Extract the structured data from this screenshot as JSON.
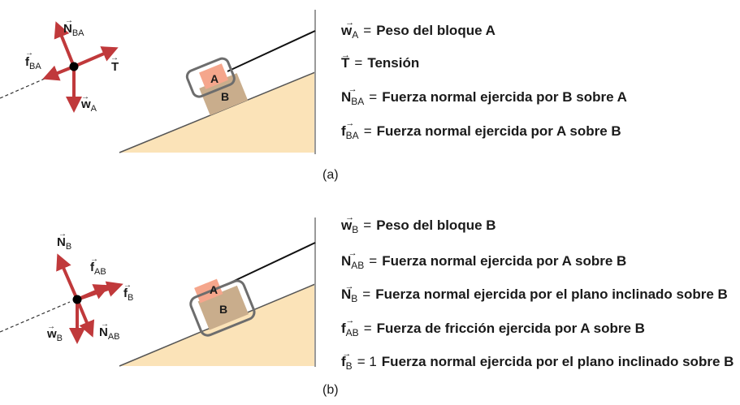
{
  "panel_a": {
    "caption": "(a)",
    "force_labels": {
      "normal": {
        "main": "N",
        "sub": "BA"
      },
      "friction": {
        "main": "f",
        "sub": "BA"
      },
      "tension": {
        "main": "T",
        "sub": ""
      },
      "weight": {
        "main": "w",
        "sub": "A"
      }
    },
    "block_labels": {
      "top": "A",
      "bottom": "B"
    },
    "legend": [
      {
        "main": "w",
        "sub": "A",
        "eq": "=",
        "text": "Peso del bloque A"
      },
      {
        "main": "T",
        "sub": "",
        "eq": "=",
        "text": "Tensión"
      },
      {
        "main": "N",
        "sub": "BA",
        "eq": "=",
        "text": "Fuerza normal ejercida por B sobre A"
      },
      {
        "main": "f",
        "sub": "BA",
        "eq": "=",
        "text": "Fuerza normal ejercida por A sobre B"
      }
    ]
  },
  "panel_b": {
    "caption": "(b)",
    "force_labels": {
      "normal_b": {
        "main": "N",
        "sub": "B"
      },
      "friction_ab": {
        "main": "f",
        "sub": "AB"
      },
      "friction_b": {
        "main": "f",
        "sub": "B"
      },
      "weight": {
        "main": "w",
        "sub": "B"
      },
      "normal_ab": {
        "main": "N",
        "sub": "AB"
      }
    },
    "block_labels": {
      "top": "A",
      "bottom": "B"
    },
    "legend": [
      {
        "main": "w",
        "sub": "B",
        "eq": "=",
        "text": "Peso del bloque B"
      },
      {
        "main": "N",
        "sub": "AB",
        "eq": "=",
        "text": "Fuerza normal ejercida por A sobre B"
      },
      {
        "main": "N",
        "sub": "B",
        "eq": "=",
        "text": "Fuerza normal ejercida por el plano inclinado sobre B"
      },
      {
        "main": "f",
        "sub": "AB",
        "eq": "=",
        "text": "Fuerza de fricción ejercida por A sobre B"
      },
      {
        "main": "f",
        "sub": "B",
        "eq": "= 1",
        "text": "Fuerza normal ejercida por el plano inclinado sobre B"
      }
    ]
  },
  "colors": {
    "arrow": "#c0393b",
    "incline_fill": "#fbe3b8",
    "block_a": "#f5a68c",
    "block_b": "#c9ad8c",
    "outline": "#6d6d6d",
    "wall": "#9a9a9a"
  }
}
